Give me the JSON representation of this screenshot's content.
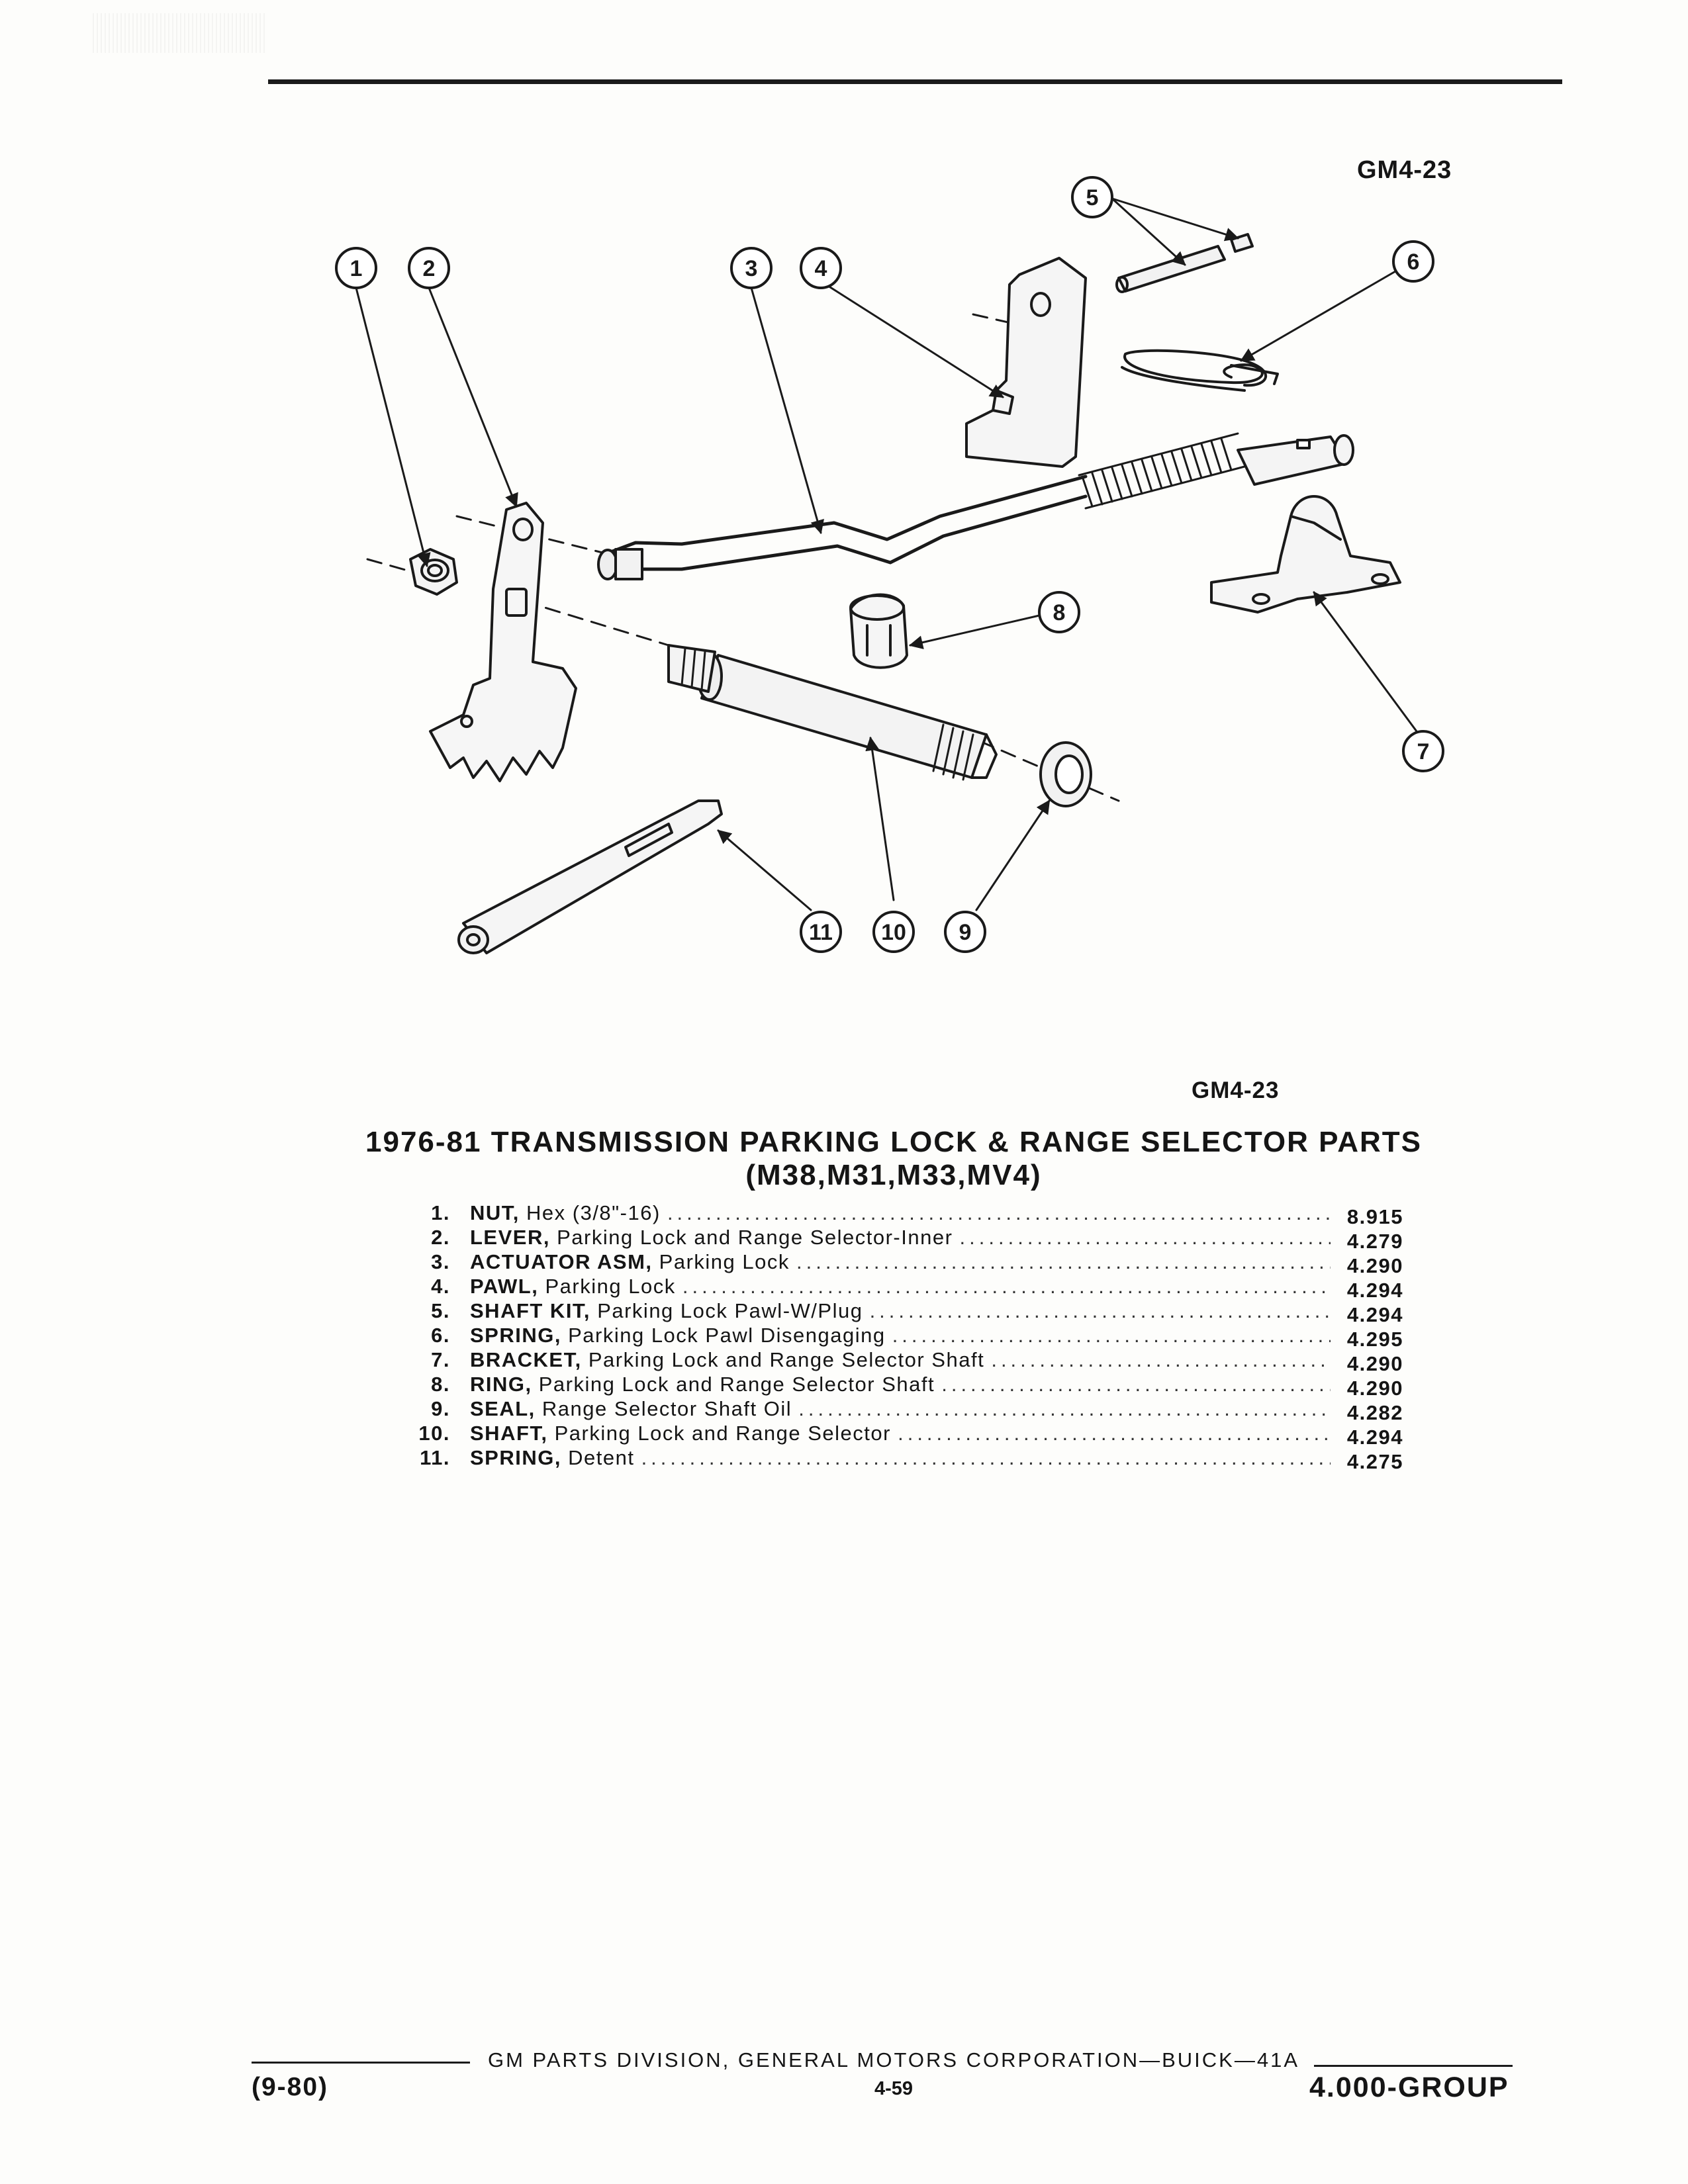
{
  "figure_code_top": "GM4-23",
  "figure_code_bottom": "GM4-23",
  "title": "1976-81 TRANSMISSION PARKING LOCK & RANGE SELECTOR PARTS",
  "subtitle": "(M38,M31,M33,MV4)",
  "callouts": [
    "1",
    "2",
    "3",
    "4",
    "5",
    "6",
    "7",
    "8",
    "9",
    "10",
    "11"
  ],
  "parts": [
    {
      "num": "1.",
      "name": "NUT,",
      "desc": "Hex (3/8\"-16)",
      "group": "8.915"
    },
    {
      "num": "2.",
      "name": "LEVER,",
      "desc": "Parking Lock and Range Selector-Inner",
      "group": "4.279"
    },
    {
      "num": "3.",
      "name": "ACTUATOR ASM,",
      "desc": "Parking Lock",
      "group": "4.290"
    },
    {
      "num": "4.",
      "name": "PAWL,",
      "desc": "Parking Lock",
      "group": "4.294"
    },
    {
      "num": "5.",
      "name": "SHAFT KIT,",
      "desc": "Parking Lock Pawl-W/Plug",
      "group": "4.294"
    },
    {
      "num": "6.",
      "name": "SPRING,",
      "desc": "Parking Lock Pawl Disengaging",
      "group": "4.295"
    },
    {
      "num": "7.",
      "name": "BRACKET,",
      "desc": "Parking Lock and Range Selector Shaft",
      "group": "4.290"
    },
    {
      "num": "8.",
      "name": "RING,",
      "desc": "Parking Lock and Range Selector Shaft",
      "group": "4.290"
    },
    {
      "num": "9.",
      "name": "SEAL,",
      "desc": "Range Selector Shaft Oil",
      "group": "4.282"
    },
    {
      "num": "10.",
      "name": "SHAFT,",
      "desc": "Parking Lock and Range Selector",
      "group": "4.294"
    },
    {
      "num": "11.",
      "name": "SPRING,",
      "desc": "Detent",
      "group": "4.275"
    }
  ],
  "footer": {
    "center": "GM PARTS DIVISION, GENERAL MOTORS CORPORATION—BUICK—41A",
    "page": "4-59",
    "date": "(9-80)",
    "group": "4.000-GROUP"
  }
}
